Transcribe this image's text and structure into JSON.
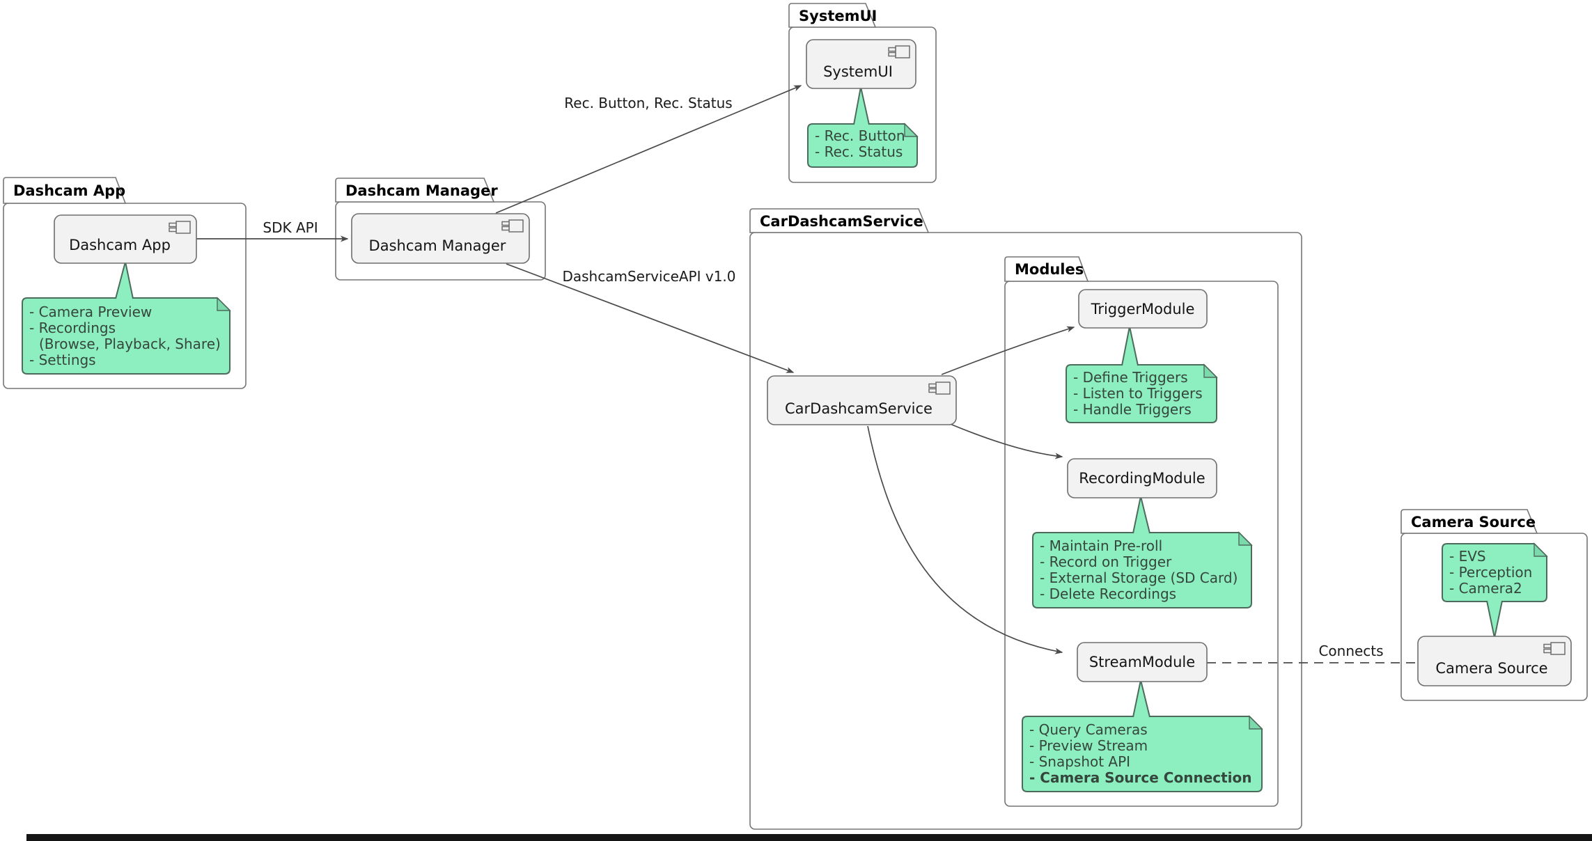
{
  "packages": {
    "dashcam_app": {
      "title": "Dashcam App"
    },
    "dashcam_manager": {
      "title": "Dashcam Manager"
    },
    "systemui": {
      "title": "SystemUI"
    },
    "car_dashcam_service": {
      "title": "CarDashcamService"
    },
    "modules": {
      "title": "Modules"
    },
    "camera_source": {
      "title": "Camera Source"
    }
  },
  "components": {
    "dashcam_app": {
      "label": "Dashcam App"
    },
    "dashcam_manager": {
      "label": "Dashcam Manager"
    },
    "systemui": {
      "label": "SystemUI"
    },
    "car_dashcam_service": {
      "label": "CarDashcamService"
    },
    "trigger_module": {
      "label": "TriggerModule"
    },
    "recording_module": {
      "label": "RecordingModule"
    },
    "stream_module": {
      "label": "StreamModule"
    },
    "camera_source": {
      "label": "Camera Source"
    }
  },
  "notes": {
    "dashcam_app": {
      "lines": [
        "- Camera Preview",
        "- Recordings",
        "(Browse, Playback, Share)",
        "- Settings"
      ]
    },
    "systemui": {
      "lines": [
        "- Rec. Button",
        "- Rec. Status"
      ]
    },
    "trigger_module": {
      "lines": [
        "- Define Triggers",
        "- Listen to Triggers",
        "- Handle Triggers"
      ]
    },
    "recording_module": {
      "lines": [
        "- Maintain Pre-roll",
        "- Record on Trigger",
        "- External Storage (SD Card)",
        "- Delete Recordings"
      ]
    },
    "stream_module": {
      "lines": [
        "- Query Cameras",
        "- Preview Stream",
        "- Snapshot API",
        "- Camera Source Connection"
      ]
    },
    "camera_source": {
      "lines": [
        "- EVS",
        "- Perception",
        "- Camera2"
      ]
    }
  },
  "edges": {
    "sdk_api": {
      "label": "SDK API"
    },
    "rec_ui": {
      "label": "Rec. Button, Rec. Status"
    },
    "service_api": {
      "label": "DashcamServiceAPI v1.0"
    },
    "connects": {
      "label": "Connects"
    }
  },
  "colors": {
    "note_fill": "#8DEEBF",
    "note_border": "#4D6B5C",
    "note_text": "#35463D",
    "component_fill": "#F2F2F2",
    "component_border": "#6E6E6E",
    "package_border": "#757575",
    "edge": "#4A4A4A",
    "bottom_bar": "#151515"
  }
}
